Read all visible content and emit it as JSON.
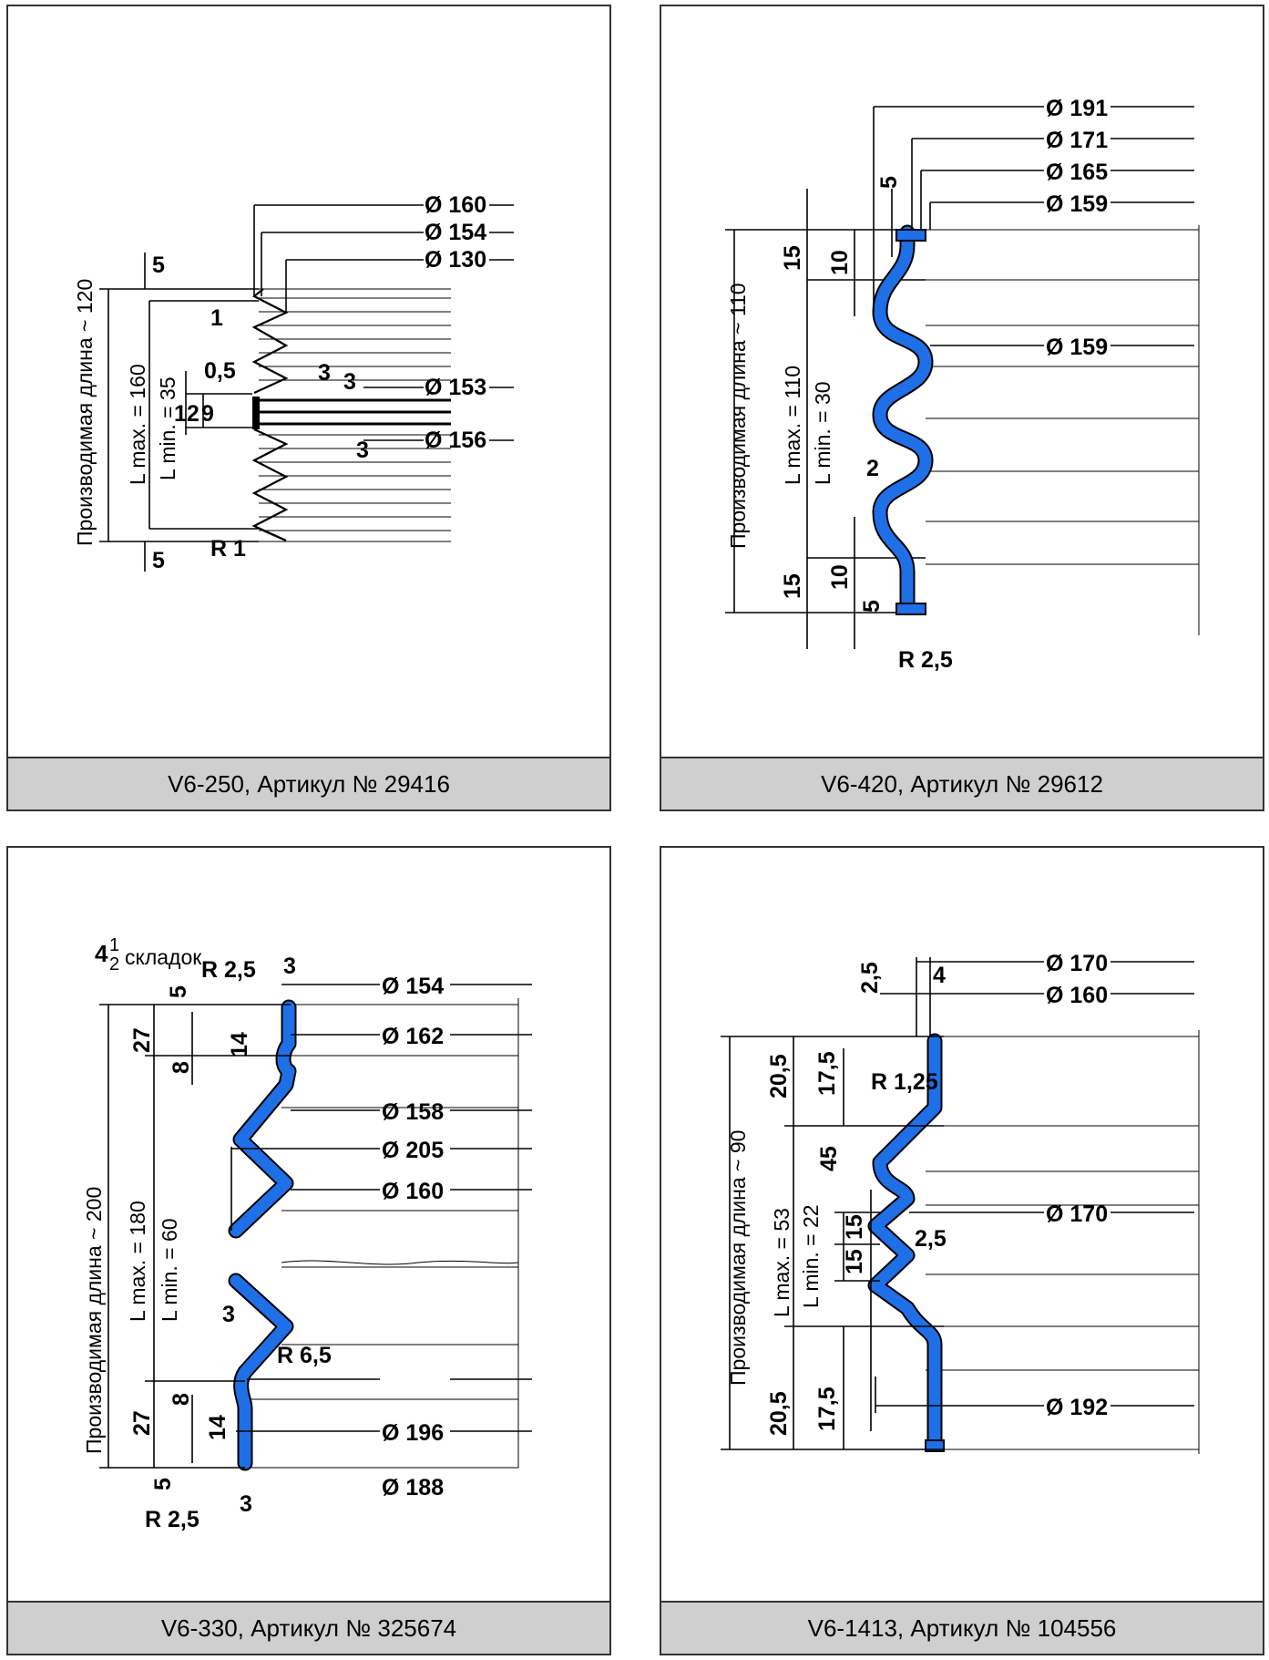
{
  "panels": [
    {
      "caption": "V6-250, Артикул № 29416",
      "labels": {
        "d160": "Ø 160",
        "d154": "Ø 154",
        "d130": "Ø 130",
        "d153": "Ø 153",
        "d156": "Ø 156",
        "five_top": "5",
        "five_bot": "5",
        "len": "Производимая длина ~ 120",
        "lmax": "L max. = 160",
        "lmin": "L min. = 35",
        "r1": "R 1",
        "one": "1",
        "half": "0,5",
        "three_a": "3",
        "three_b": "3",
        "three_c": "3",
        "twelve": "12",
        "nine": "9"
      }
    },
    {
      "caption": "V6-420, Артикул № 29612",
      "labels": {
        "d191": "Ø 191",
        "d171": "Ø 171",
        "d165": "Ø 165",
        "d159a": "Ø 159",
        "d159b": "Ø 159",
        "five_t": "5",
        "fifteen_t": "15",
        "ten_t": "10",
        "len": "Производимая длина ~ 110",
        "lmax": "L max. = 110",
        "lmin": "L min. = 30",
        "two": "2",
        "fifteen_b": "15",
        "ten_b": "10",
        "five_b": "5",
        "r25": "R 2,5"
      }
    },
    {
      "caption": "V6-330, Артикул № 325674",
      "labels": {
        "folds_num": "4",
        "folds_frac_top": "1",
        "folds_frac_bot": "2",
        "folds": "складок",
        "r25t": "R 2,5",
        "three_t": "3",
        "d154": "Ø 154",
        "five_t": "5",
        "d162": "Ø 162",
        "fourteen_t": "14",
        "twentyseven_t": "27",
        "eight_t": "8",
        "d158": "Ø 158",
        "d205": "Ø 205",
        "d160": "Ø 160",
        "len": "Производимая длина ~ 200",
        "lmax": "L max. = 180",
        "lmin": "L min. = 60",
        "three_m": "3",
        "r65": "R 6,5",
        "eight_b": "8",
        "twentyseven_b": "27",
        "fourteen_b": "14",
        "d196": "Ø 196",
        "d188": "Ø 188",
        "five_b": "5",
        "three_b": "3",
        "r25b": "R 2,5"
      }
    },
    {
      "caption": "V6-1413, Артикул № 104556",
      "labels": {
        "d170t": "Ø 170",
        "d160": "Ø 160",
        "two5": "2,5",
        "four": "4",
        "twenty5t": "20,5",
        "seventeen5t": "17,5",
        "r125": "R 1,25",
        "fortyfive": "45",
        "len": "Производимая длина ~ 90",
        "lmax": "L max. = 53",
        "lmin": "L min. = 22",
        "fifteen_a": "15",
        "fifteen_b": "15",
        "two5b": "2,5",
        "d170m": "Ø 170",
        "twenty5b": "20,5",
        "seventeen5b": "17,5",
        "d192": "Ø 192"
      }
    }
  ]
}
